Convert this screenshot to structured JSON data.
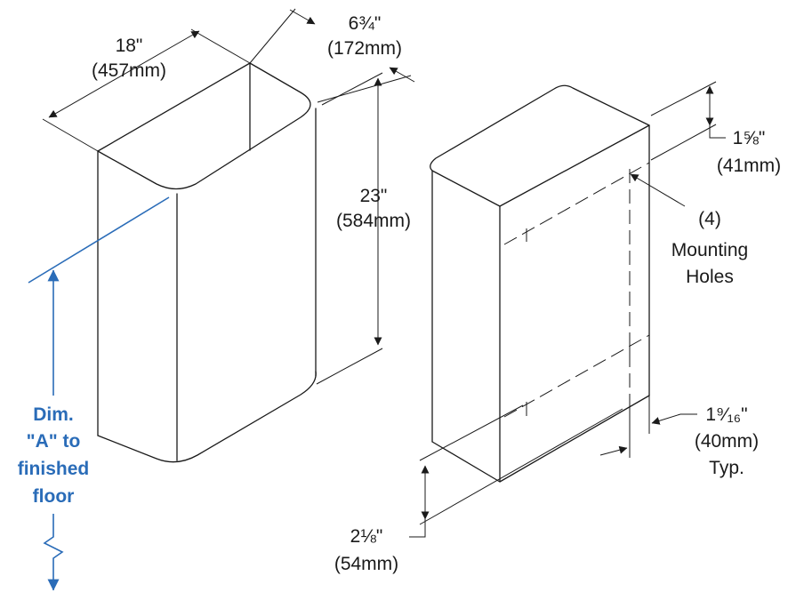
{
  "colors": {
    "ink": "#1a1a1a",
    "accent": "#2a6cb8",
    "background": "#ffffff"
  },
  "dimensions": {
    "width": {
      "imperial": "18\"",
      "metric": "(457mm)"
    },
    "depth": {
      "imperial": "6¾\"",
      "metric": "(172mm)"
    },
    "height": {
      "imperial": "23\"",
      "metric": "(584mm)"
    },
    "top_hole_offset": {
      "imperial": "1⅝\"",
      "metric": "(41mm)"
    },
    "side_hole_offset": {
      "imperial": "1⁹⁄₁₆\"",
      "metric": "(40mm)",
      "note": "Typ."
    },
    "bottom_hole_offset": {
      "imperial": "2⅛\"",
      "metric": "(54mm)"
    }
  },
  "callouts": {
    "mounting_holes": {
      "count": "(4)",
      "line1": "Mounting",
      "line2": "Holes"
    },
    "dim_a": {
      "line1": "Dim.",
      "line2": "\"A\" to",
      "line3": "finished",
      "line4": "floor"
    }
  }
}
